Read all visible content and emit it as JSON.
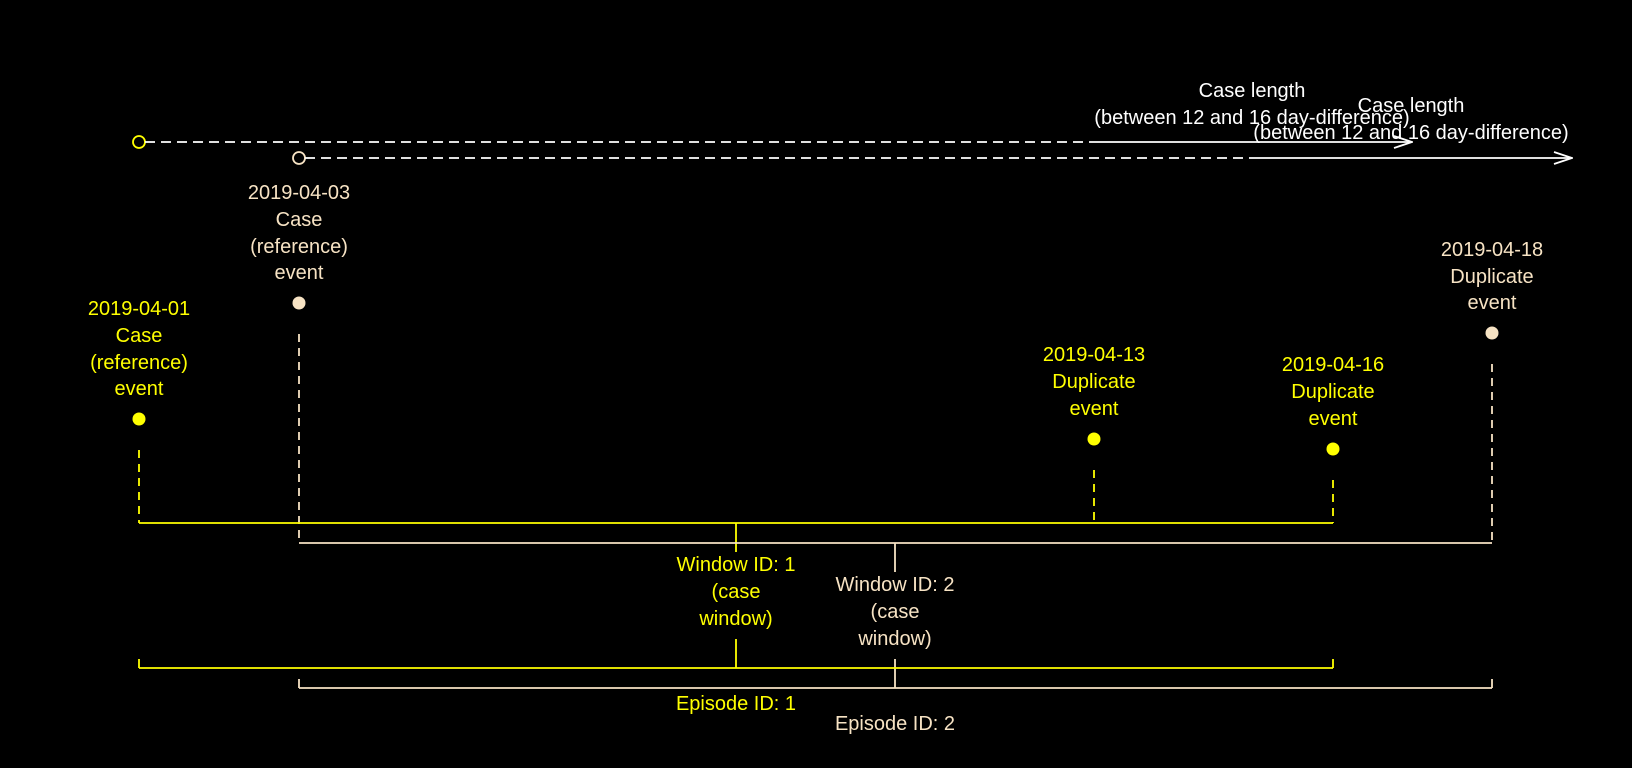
{
  "colors": {
    "background": "#000000",
    "series_1": "#FFFF00",
    "series_2": "#F7E3C4",
    "arrow": "#FFFFFF"
  },
  "arrows": [
    {
      "label_line1": "Case length",
      "label_line2": "(between 12 and 16 day-difference)"
    },
    {
      "label_line1": "Case length",
      "label_line2": "(between 12 and 16 day-difference)"
    }
  ],
  "events": [
    {
      "date": "2019-04-01",
      "line1": "Case",
      "line2": "(reference)",
      "line3": "event"
    },
    {
      "date": "2019-04-03",
      "line1": "Case",
      "line2": "(reference)",
      "line3": "event"
    },
    {
      "date": "2019-04-13",
      "line1": "Duplicate",
      "line2": "event"
    },
    {
      "date": "2019-04-16",
      "line1": "Duplicate",
      "line2": "event"
    },
    {
      "date": "2019-04-18",
      "line1": "Duplicate",
      "line2": "event"
    }
  ],
  "windows": [
    {
      "line1": "Window ID: 1",
      "line2": "(case",
      "line3": "window)"
    },
    {
      "line1": "Window ID: 2",
      "line2": "(case",
      "line3": "window)"
    }
  ],
  "episodes": [
    {
      "label": "Episode ID: 1"
    },
    {
      "label": "Episode ID: 2"
    }
  ]
}
